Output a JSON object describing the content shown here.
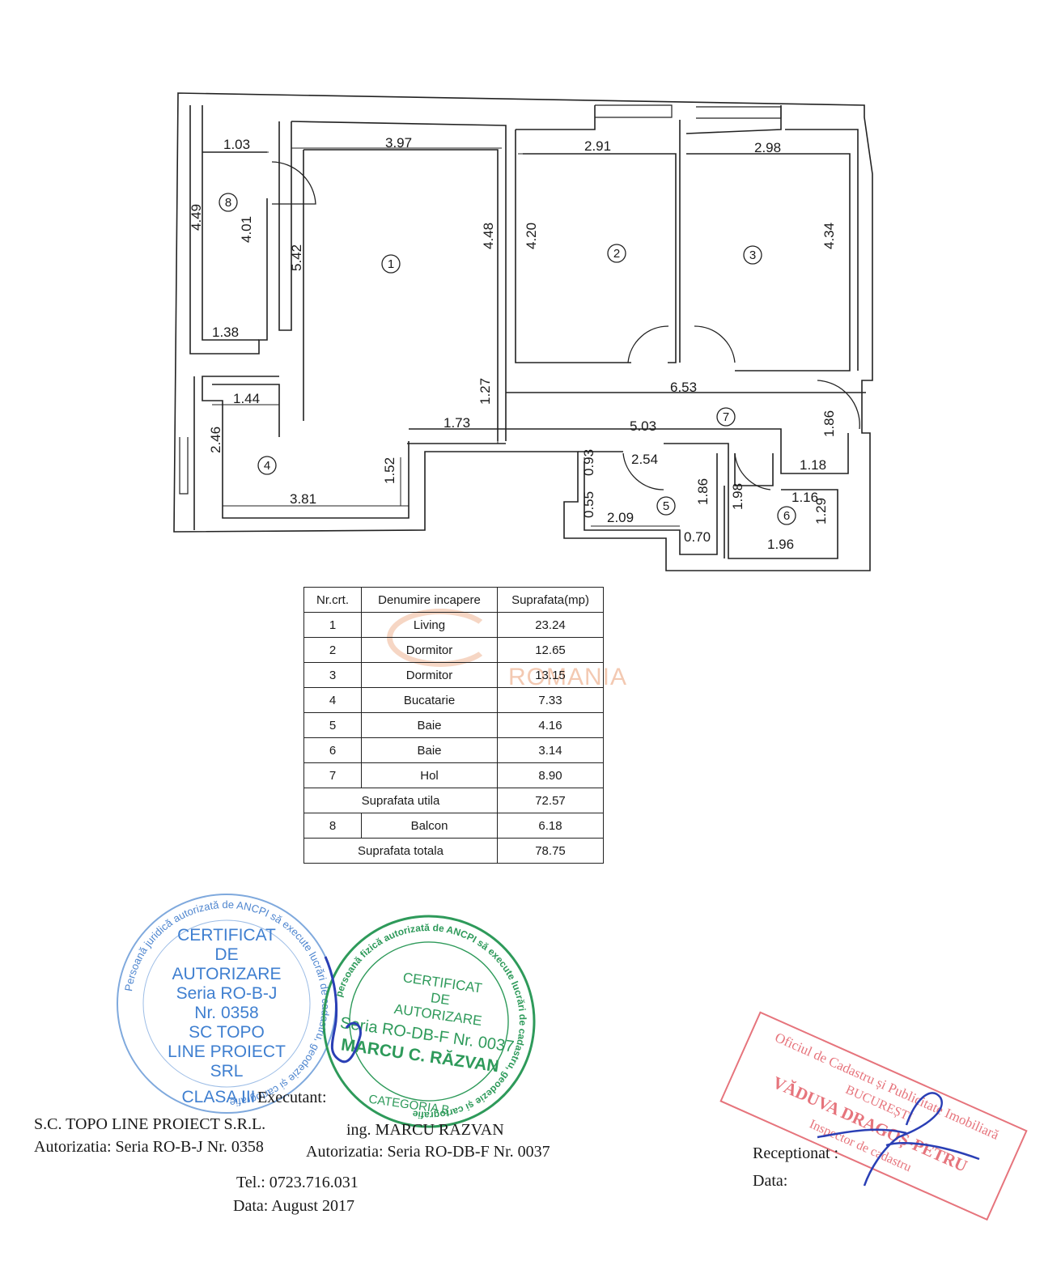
{
  "floor_plan": {
    "dimensions": [
      "1.03",
      "3.97",
      "2.91",
      "2.98",
      "4.49",
      "4.01",
      "5.42",
      "4.48",
      "4.20",
      "4.34",
      "1.38",
      "6.53",
      "1.44",
      "1.27",
      "1.73",
      "5.03",
      "1.86",
      "2.46",
      "2.54",
      "1.18",
      "0.93",
      "1.16",
      "0.55",
      "2.09",
      "1.86",
      "1.98",
      "1.29",
      "3.81",
      "1.52",
      "0.70",
      "1.96"
    ],
    "room_numbers": [
      "1",
      "2",
      "3",
      "4",
      "5",
      "6",
      "7",
      "8"
    ]
  },
  "table": {
    "headers": [
      "Nr.crt.",
      "Denumire incapere",
      "Suprafata(mp)"
    ],
    "rows": [
      {
        "nr": "1",
        "name": "Living",
        "area": "23.24"
      },
      {
        "nr": "2",
        "name": "Dormitor",
        "area": "12.65"
      },
      {
        "nr": "3",
        "name": "Dormitor",
        "area": "13.15"
      },
      {
        "nr": "4",
        "name": "Bucatarie",
        "area": "7.33"
      },
      {
        "nr": "5",
        "name": "Baie",
        "area": "4.16"
      },
      {
        "nr": "6",
        "name": "Baie",
        "area": "3.14"
      },
      {
        "nr": "7",
        "name": "Hol",
        "area": "8.90"
      }
    ],
    "subtotal": {
      "label": "Suprafata utila",
      "area": "72.57"
    },
    "balcony": {
      "nr": "8",
      "name": "Balcon",
      "area": "6.18"
    },
    "total": {
      "label": "Suprafata totala",
      "area": "78.75"
    }
  },
  "watermark": "ROMANIA",
  "stamp_blue": {
    "ring_text": "Persoană juridică autorizată de ANCPI să execute lucrări de cadastru, geodezie și cartografie",
    "lines": [
      "CERTIFICAT",
      "DE",
      "AUTORIZARE",
      "Seria RO-B-J",
      "Nr. 0358",
      "SC TOPO",
      "LINE PROIECT",
      "SRL",
      "CLASA III"
    ],
    "color": "#3f7fd0"
  },
  "stamp_green": {
    "ring_text": "persoană fizică autorizată de ANCPI să execute lucrări de cadastru, geodezie și cartografie",
    "lines": [
      "CERTIFICAT",
      "DE",
      "AUTORIZARE",
      "Seria RO-DB-F Nr. 0037",
      "MARCU C. RĂZVAN",
      "CATEGORIA B"
    ],
    "color": "#2e9a5a"
  },
  "stamp_red": {
    "lines": [
      "Oficiul de Cadastru și Publicitate Imobiliară",
      "BUCUREȘTI",
      "VĂDUVA DRAGOȘ-PETRU",
      "Inspector de cadastru"
    ],
    "color": "#e0525c"
  },
  "footer": {
    "executant": "Executant:",
    "company": "S.C. TOPO LINE PROIECT S.R.L.",
    "company_auth": "Autorizatia: Seria RO-B-J Nr. 0358",
    "engineer": "ing. MARCU RAZVAN",
    "engineer_auth": "Autorizatia: Seria RO-DB-F Nr. 0037",
    "phone": "Tel.: 0723.716.031",
    "date": "Data: August 2017",
    "received": "Receptionat :",
    "received_date": "Data:"
  }
}
